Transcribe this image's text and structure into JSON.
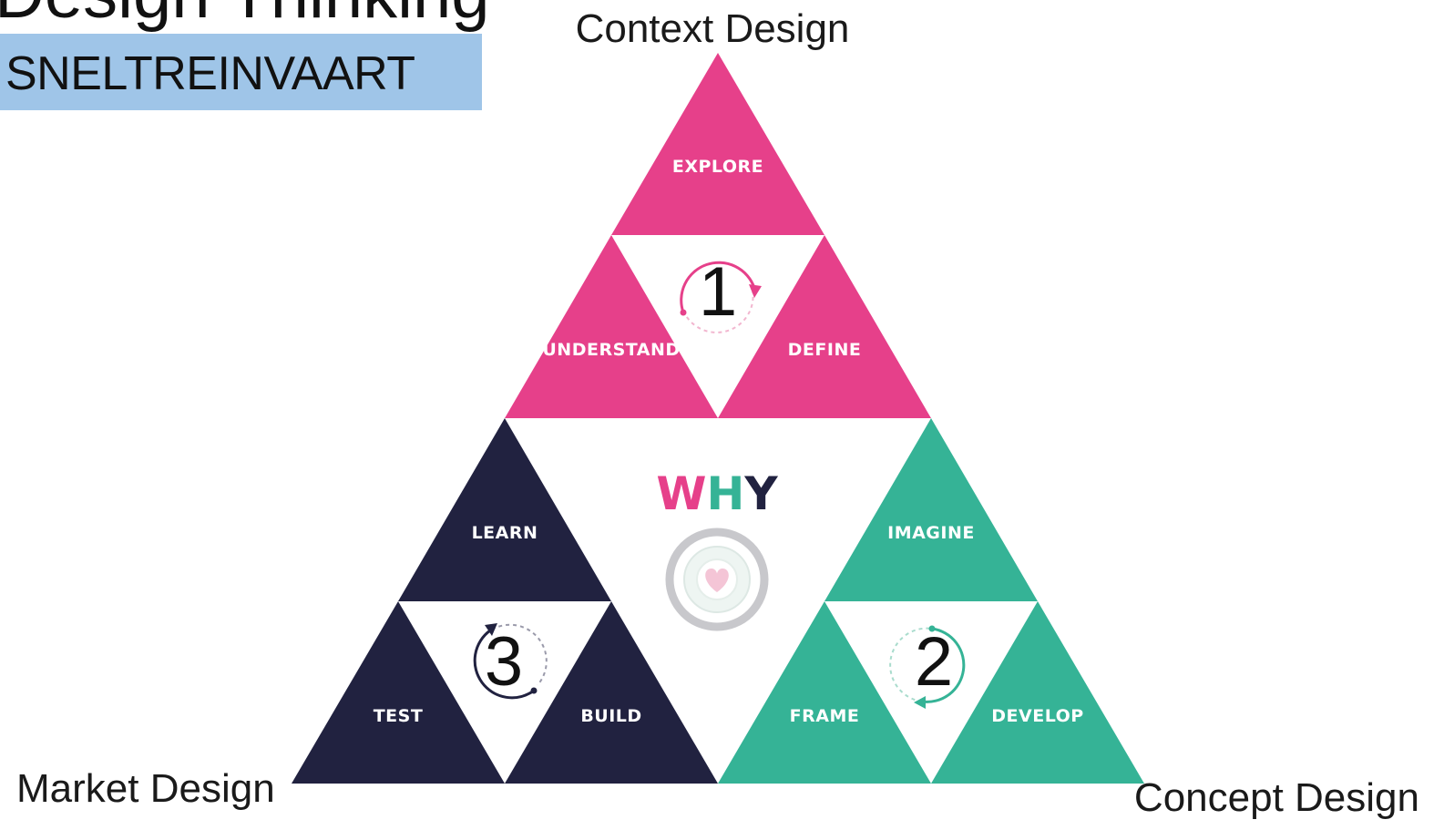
{
  "header": {
    "title": "Design Thinking",
    "subtitle": "SNELTREINVAART"
  },
  "diagram": {
    "center_word": {
      "w": "W",
      "h": "H",
      "y": "Y"
    },
    "corners": {
      "top": "Context Design",
      "bottom_left": "Market Design",
      "bottom_right": "Concept Design"
    },
    "groups": {
      "context": {
        "number": "1",
        "top": "EXPLORE",
        "left": "UNDERSTAND",
        "right": "DEFINE"
      },
      "concept": {
        "number": "2",
        "top": "IMAGINE",
        "left": "FRAME",
        "right": "DEVELOP"
      },
      "market": {
        "number": "3",
        "top": "LEARN",
        "left": "TEST",
        "right": "BUILD"
      }
    },
    "colors": {
      "context": "#e6408a",
      "concept": "#35b396",
      "market": "#212240",
      "target_ring": "#c8c8cc",
      "heart": "#f4c5d6"
    },
    "icons": [
      "cycle-arrow-icon",
      "target-heart-icon"
    ]
  }
}
